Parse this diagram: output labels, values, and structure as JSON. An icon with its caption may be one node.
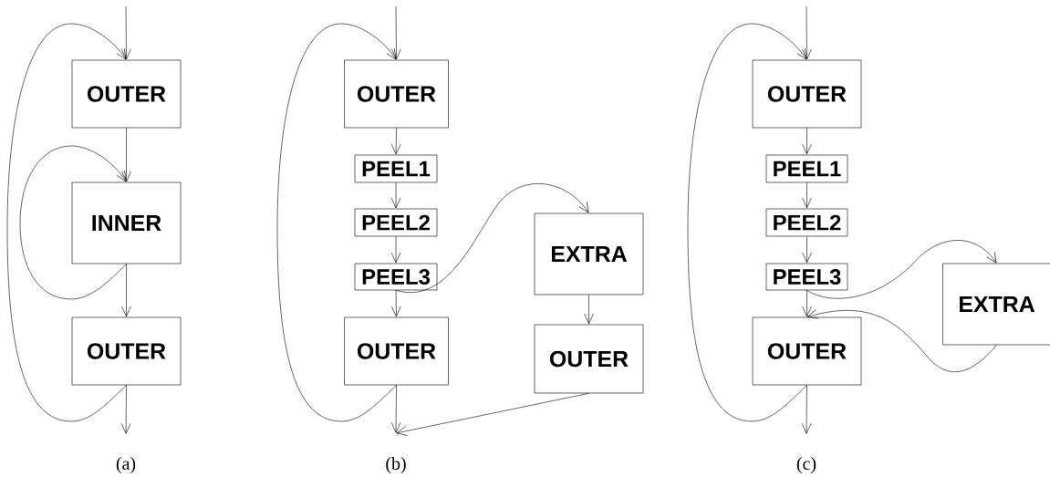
{
  "diagram": {
    "nodes": [
      {
        "text": [
          "OUTER"
        ]
      },
      {
        "text": [
          "INNER"
        ]
      },
      {
        "text": [
          "OUTER"
        ]
      },
      {
        "text": [
          "OUTER"
        ]
      },
      {
        "text": [
          "PEEL1"
        ]
      },
      {
        "text": [
          "PEEL2"
        ]
      },
      {
        "text": [
          "PEEL3"
        ]
      },
      {
        "text": [
          "OUTER"
        ]
      },
      {
        "text": [
          "EXTRA"
        ]
      },
      {
        "text": [
          "OUTER"
        ]
      },
      {
        "text": [
          "OUTER"
        ]
      },
      {
        "text": [
          "PEEL1"
        ]
      },
      {
        "text": [
          "PEEL2"
        ]
      },
      {
        "text": [
          "PEEL3"
        ]
      },
      {
        "text": [
          "OUTER"
        ]
      },
      {
        "text": [
          "EXTRA"
        ]
      }
    ],
    "edges": [
      {
        "from": null,
        "to": 0,
        "arrow": "to"
      },
      {
        "from": 0,
        "to": 1,
        "arrow": "to"
      },
      {
        "from": 1,
        "to": 2,
        "arrow": "to"
      },
      {
        "from": 2,
        "to": null,
        "arrow": "to"
      },
      {
        "from": 1,
        "to": 1,
        "arrow": "to"
      },
      {
        "from": 2,
        "to": 0,
        "arrow": "to"
      },
      {
        "from": null,
        "to": 3,
        "arrow": "to"
      },
      {
        "from": 3,
        "to": 4,
        "arrow": "to"
      },
      {
        "from": 4,
        "to": 5,
        "arrow": "to"
      },
      {
        "from": 5,
        "to": 6,
        "arrow": "to"
      },
      {
        "from": 6,
        "to": 7,
        "arrow": "to"
      },
      {
        "from": 6,
        "to": 8,
        "arrow": "to"
      },
      {
        "from": 8,
        "to": 9,
        "arrow": "to"
      },
      {
        "from": 7,
        "to": null,
        "arrow": "to"
      },
      {
        "from": 9,
        "to": null,
        "arrow": "to"
      },
      {
        "from": 7,
        "to": 3,
        "arrow": "to"
      },
      {
        "from": null,
        "to": 10,
        "arrow": "to"
      },
      {
        "from": 10,
        "to": 11,
        "arrow": "to"
      },
      {
        "from": 11,
        "to": 12,
        "arrow": "to"
      },
      {
        "from": 12,
        "to": 13,
        "arrow": "to"
      },
      {
        "from": 13,
        "to": 14,
        "arrow": "to"
      },
      {
        "from": 13,
        "to": 15,
        "arrow": "to"
      },
      {
        "from": 15,
        "to": 14,
        "arrow": "to"
      },
      {
        "from": 14,
        "to": null,
        "arrow": "to"
      },
      {
        "from": 14,
        "to": 10,
        "arrow": "to"
      }
    ],
    "labels": [
      "(a)",
      "(b)",
      "(c)"
    ]
  }
}
